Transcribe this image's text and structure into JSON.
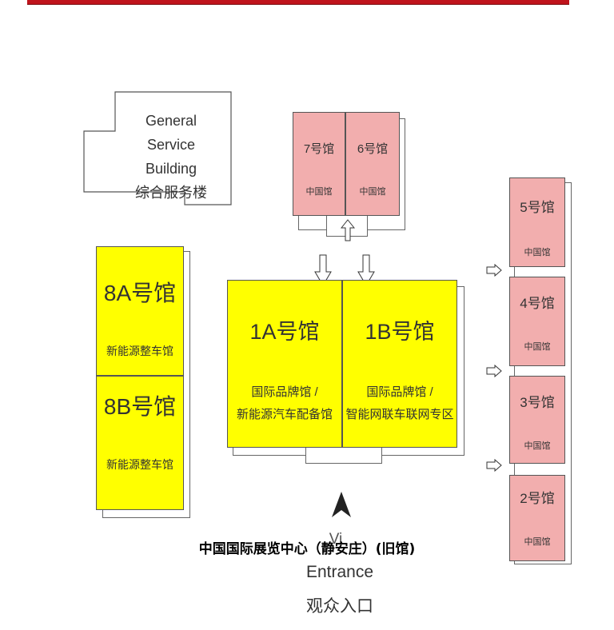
{
  "map": {
    "general_service": {
      "en_line1": "General Service",
      "en_line2": "Building",
      "zh": "综合服务楼"
    },
    "hall_8a": {
      "name": "8A号馆",
      "sub": "新能源整车馆"
    },
    "hall_8b": {
      "name": "8B号馆",
      "sub": "新能源整车馆"
    },
    "hall_7": {
      "name": "7号馆",
      "sub": "中国馆"
    },
    "hall_6": {
      "name": "6号馆",
      "sub": "中国馆"
    },
    "hall_1a": {
      "name": "1A号馆",
      "sub1": "国际品牌馆 /",
      "sub2": "新能源汽车配备馆"
    },
    "hall_1b": {
      "name": "1B号馆",
      "sub1": "国际品牌馆 /",
      "sub2": "智能网联车联网专区"
    },
    "hall_5": {
      "name": "5号馆",
      "sub": "中国馆"
    },
    "hall_4": {
      "name": "4号馆",
      "sub": "中国馆"
    },
    "hall_3": {
      "name": "3号馆",
      "sub": "中国馆"
    },
    "hall_2": {
      "name": "2号馆",
      "sub": "中国馆"
    },
    "entrance": {
      "en_partial": "Vi",
      "en": "Entrance",
      "zh": "观众入口"
    },
    "caption": "中国国际展览中心（静安庄）(旧馆)",
    "colors": {
      "yellow_hall": "#ffff00",
      "pink_hall": "#f2aeae",
      "top_rule": "#c0141c"
    }
  }
}
